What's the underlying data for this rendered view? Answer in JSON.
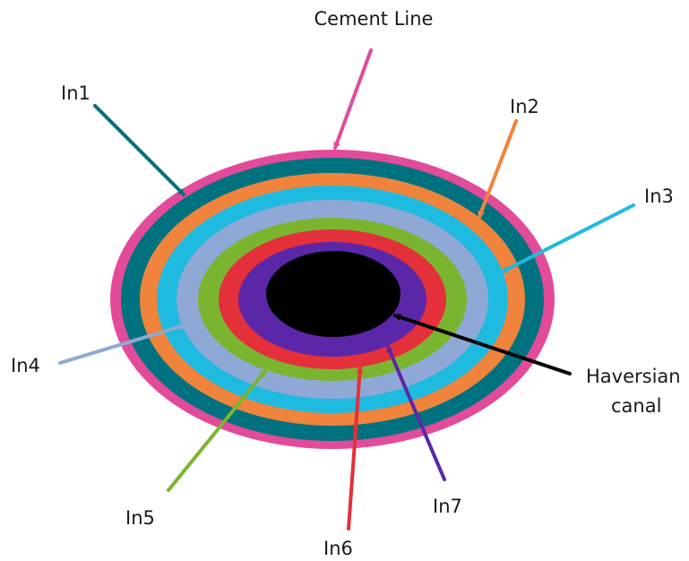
{
  "diagram": {
    "rings": [
      {
        "name": "cement-line-ring",
        "color": "#e24b9a"
      },
      {
        "name": "in1-ring",
        "color": "#00727f"
      },
      {
        "name": "in2-ring",
        "color": "#f0843c"
      },
      {
        "name": "in3-ring",
        "color": "#1fbadf"
      },
      {
        "name": "in4-ring",
        "color": "#8fa8d6"
      },
      {
        "name": "in5-ring",
        "color": "#7bb52f"
      },
      {
        "name": "in6-ring",
        "color": "#e3303a"
      },
      {
        "name": "in7-ring",
        "color": "#5b27a8"
      },
      {
        "name": "haversian-canal",
        "color": "#000000"
      }
    ],
    "labels": {
      "cement_line": "Cement Line",
      "in1": "In1",
      "in2": "In2",
      "in3": "In3",
      "in4": "In4",
      "in5": "In5",
      "in6": "In6",
      "in7": "In7",
      "haversian_line1": "Haversian",
      "haversian_line2": "canal"
    },
    "arrow_colors": {
      "cement_line": "#e24b9a",
      "in1": "#00727f",
      "in2": "#f0843c",
      "in3": "#1fbadf",
      "in4": "#8fa8d6",
      "in5": "#7bb52f",
      "in6": "#e3303a",
      "in7": "#5b27a8",
      "haversian": "#000000"
    }
  }
}
